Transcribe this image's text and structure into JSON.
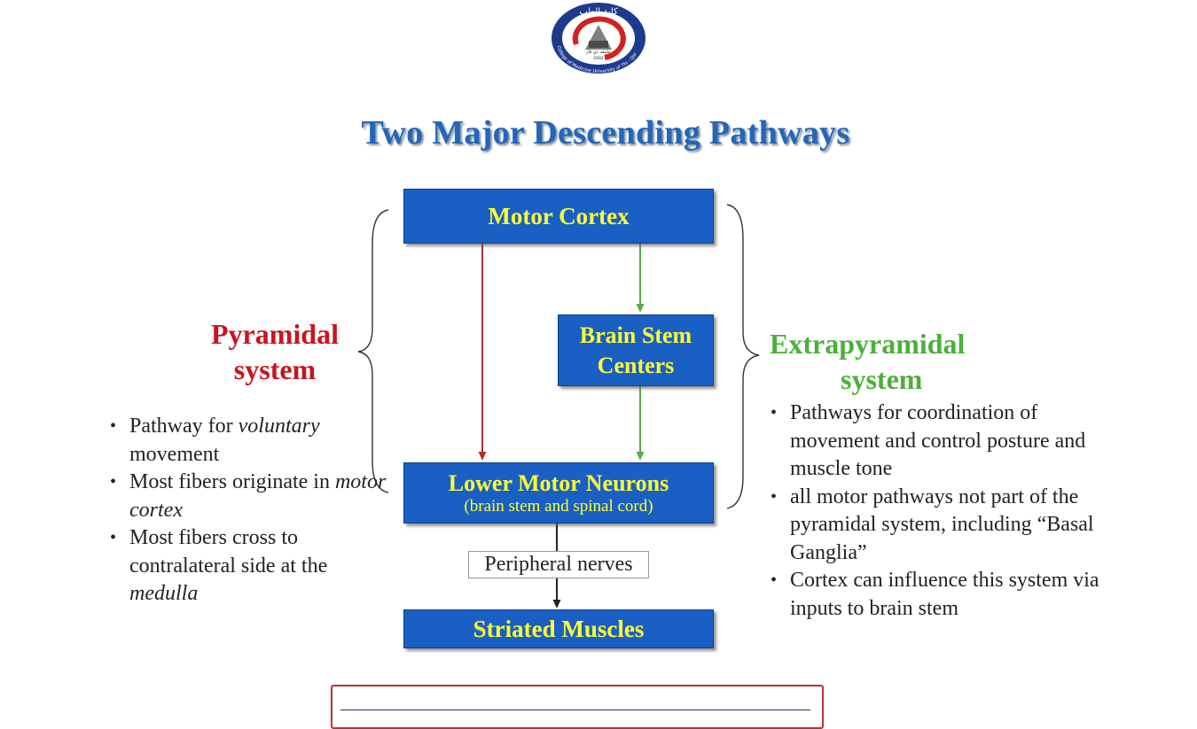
{
  "logo": {
    "arabic_text": "كلية الطب",
    "arabic_subtext": "جامعة ذي قار",
    "ring_text": "College of Medicine University of Thi - Qar",
    "year": "2002"
  },
  "title": "Two Major Descending Pathways",
  "boxes": {
    "motor_cortex": "Motor Cortex",
    "brain_stem_line1": "Brain Stem",
    "brain_stem_line2": "Centers",
    "lower_motor_title": "Lower Motor Neurons",
    "lower_motor_sub": "(brain stem and spinal cord)",
    "striated": "Striated Muscles"
  },
  "peripheral_label": "Peripheral nerves",
  "pyramidal": {
    "title_line1": "Pyramidal",
    "title_line2": "system",
    "bullets": [
      {
        "pre": "Pathway for ",
        "em": "voluntary",
        "post": " movement"
      },
      {
        "pre": "Most fibers originate in ",
        "em": "motor cortex",
        "post": ""
      },
      {
        "pre": "Most fibers cross to contralateral side at the ",
        "em": "medulla",
        "post": ""
      }
    ]
  },
  "extrapyramidal": {
    "title_line1": "Extrapyramidal",
    "title_line2": "system",
    "bullets": [
      "Pathways for coordination of movement and control posture and muscle tone",
      "all motor pathways not part of the pyramidal system, including “Basal Ganglia”",
      "Cortex can influence this system via inputs to brain stem"
    ]
  },
  "colors": {
    "box_fill": "#1a5fc4",
    "box_text": "#ffff33",
    "pyramidal": "#c8141e",
    "extrapyramidal": "#4caf3a",
    "title": "#2466b8",
    "arrow_red": "#b03030",
    "arrow_green": "#5aa84a"
  }
}
